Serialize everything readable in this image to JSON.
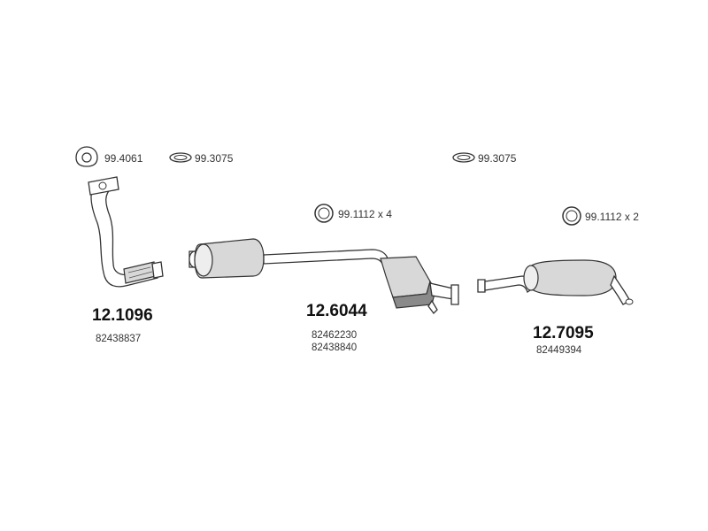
{
  "hardware": {
    "gasket_triangle": "99.4061",
    "clamp_ring_1": "99.3075",
    "clamp_ring_2": "99.3075",
    "ring_mid": "99.1112 x 4",
    "ring_rear": "99.1112 x 2"
  },
  "parts": [
    {
      "code": "12.1096",
      "refs": [
        "82438837"
      ]
    },
    {
      "code": "12.6044",
      "refs": [
        "82462230",
        "82438840"
      ]
    },
    {
      "code": "12.7095",
      "refs": [
        "82449394"
      ]
    }
  ]
}
